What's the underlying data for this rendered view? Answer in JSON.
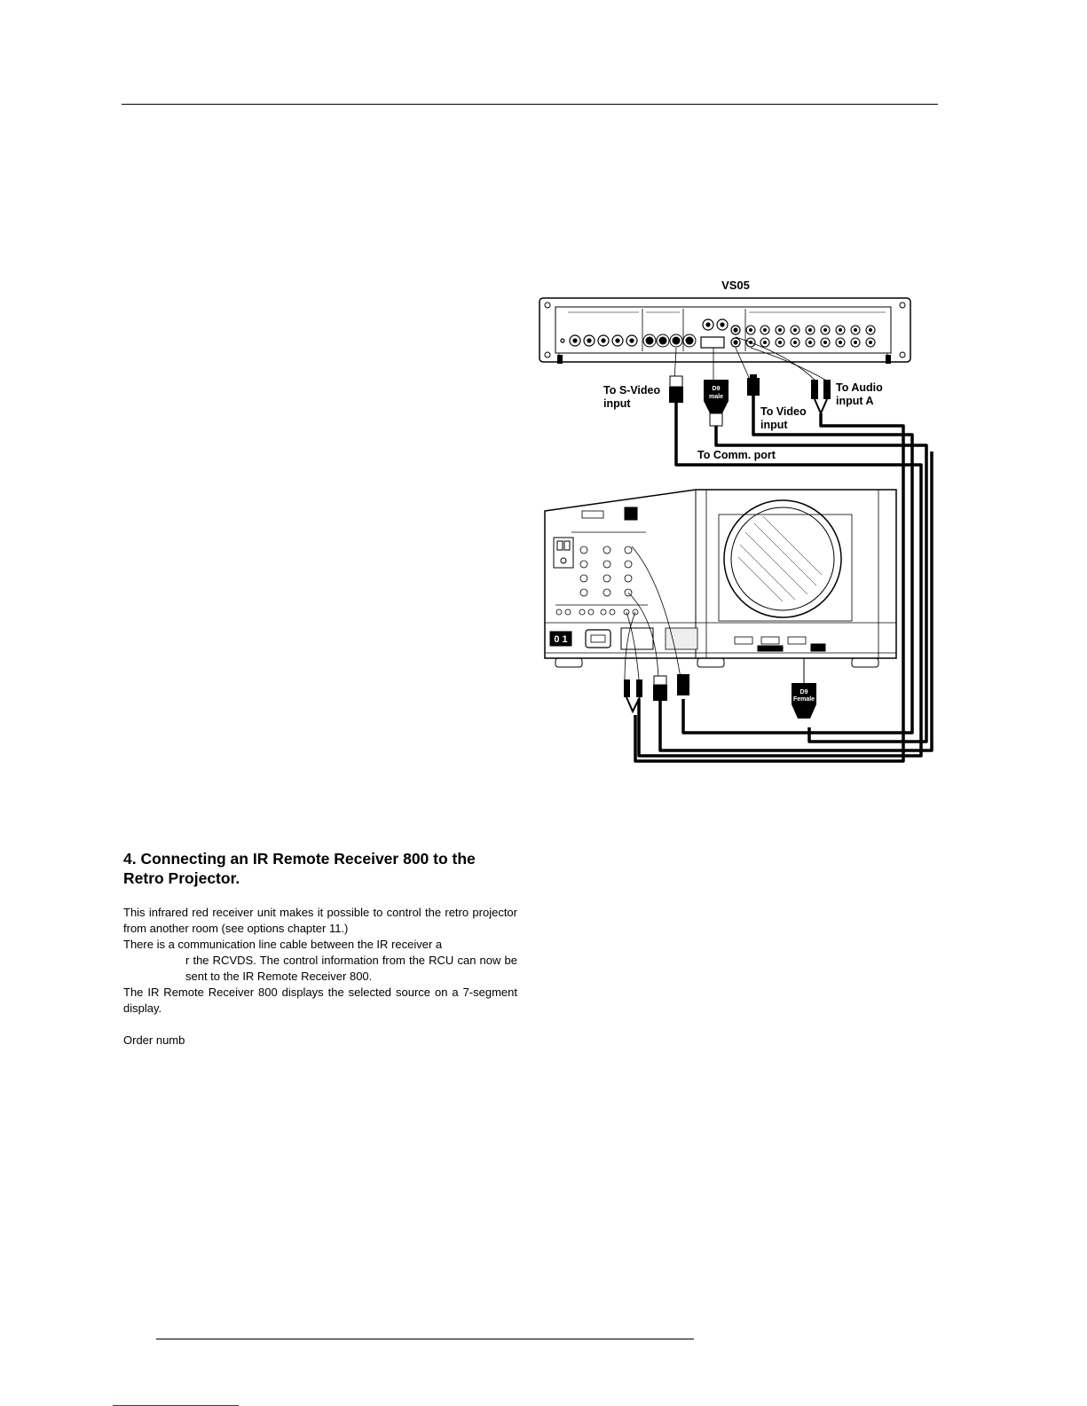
{
  "diagram": {
    "device_top_title": "VS05",
    "labels": {
      "s_video_line1": "To S-Video",
      "s_video_line2": "input",
      "d9_male_line1": "D9",
      "d9_male_line2": "male",
      "video_line1": "To Video",
      "video_line2": "input",
      "audio_line1": "To Audio",
      "audio_line2": "input A",
      "comm_port": "To Comm. port",
      "d9_female_line1": "D9",
      "d9_female_line2": "Female",
      "power_switch": "0 1"
    }
  },
  "section": {
    "heading_line1": "4. Connecting an IR Remote Receiver 800 to the",
    "heading_line2": "Retro Projector.",
    "paragraphs": [
      "This infrared red receiver unit makes it possible to control the retro projector from another room (see options chapter 11.)",
      "There is a communication line cable between the IR receiver a",
      "r the RCVDS.  The control information from the RCU can now be sent to the IR Remote Receiver 800.",
      "The IR Remote Receiver 800 displays the selected source on a 7-segment display."
    ],
    "order_text": "Order numb"
  }
}
